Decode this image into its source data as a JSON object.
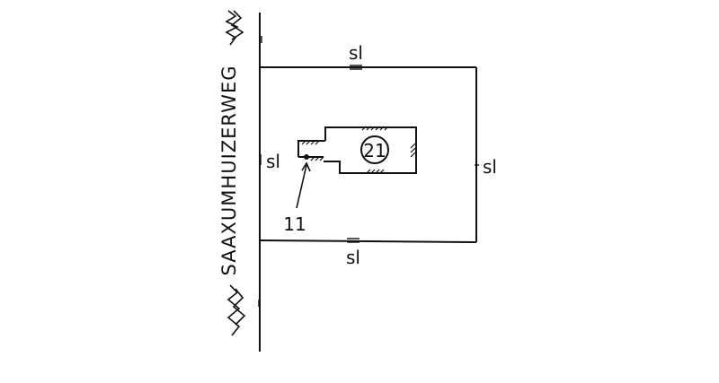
{
  "street": {
    "name": "SAAXUMHUIZERWEG"
  },
  "boundary_labels": {
    "top": "sl",
    "bottom": "sl",
    "left": "sl",
    "right": "sl"
  },
  "building": {
    "house_number": "21"
  },
  "reference": {
    "number": "11"
  },
  "colors": {
    "ink": "#111111",
    "paper": "#ffffff"
  }
}
